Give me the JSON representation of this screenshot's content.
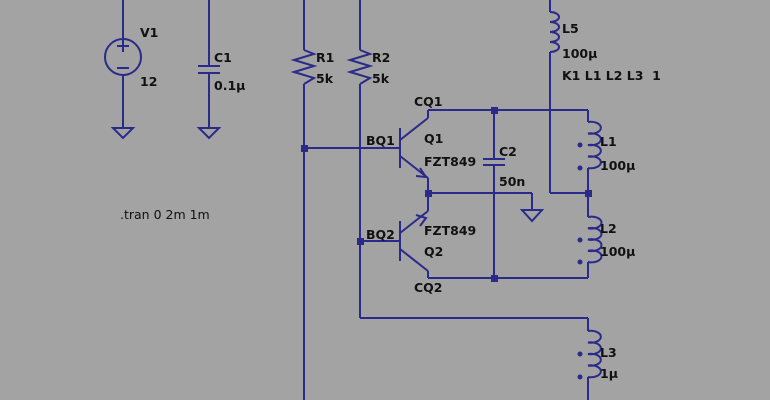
{
  "colors": {
    "background": "#a3a3a3",
    "wire": "#2a2a8a",
    "text": "#111111"
  },
  "directive": ".tran 0 2m 1m",
  "coupling": "K1 L1 L2 L3  1",
  "components": {
    "V1": {
      "name": "V1",
      "value": "12"
    },
    "C1": {
      "name": "C1",
      "value": "0.1μ"
    },
    "R1": {
      "name": "R1",
      "value": "5k"
    },
    "R2": {
      "name": "R2",
      "value": "5k"
    },
    "C2": {
      "name": "C2",
      "value": "50n"
    },
    "L5": {
      "name": "L5",
      "value": "100μ"
    },
    "L1": {
      "name": "L1",
      "value": "100μ"
    },
    "L2": {
      "name": "L2",
      "value": "100μ"
    },
    "L3": {
      "name": "L3",
      "value": "1μ"
    },
    "Q1": {
      "name": "Q1",
      "model": "FZT849"
    },
    "Q2": {
      "name": "Q2",
      "model": "FZT849"
    }
  },
  "nets": {
    "cq1": "CQ1",
    "bq1": "BQ1",
    "bq2": "BQ2",
    "cq2": "CQ2"
  }
}
